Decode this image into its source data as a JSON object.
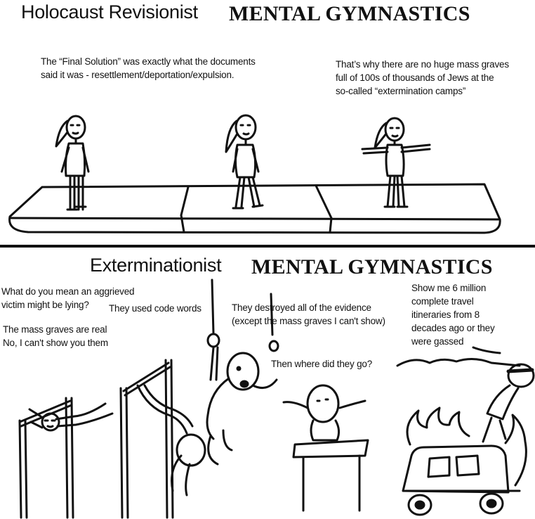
{
  "top_panel": {
    "title_prefix": "Holocaust Revisionist",
    "title_main": "MENTAL GYMNASTICS",
    "caption_left": [
      "The “Final Solution” was exactly what the documents",
      "said it was - resettlement/deportation/expulsion."
    ],
    "caption_right": [
      "That’s why there are no huge mass graves",
      "full of 100s of thousands of Jews at the",
      "so-called “extermination camps”"
    ]
  },
  "bottom_panel": {
    "title_prefix": "Exterminationist",
    "title_main": "MENTAL GYMNASTICS",
    "caption_aggrieved": [
      "What do you mean an aggrieved",
      "victim might be lying?"
    ],
    "caption_code_words": "They used code words",
    "caption_graves": [
      "The mass graves are real",
      "No, I can't show you them"
    ],
    "caption_evidence": [
      "They destroyed all of the evidence",
      "(except the mass graves I can't show)"
    ],
    "caption_where": "Then where did they go?",
    "caption_million": [
      "Show me 6 million",
      "complete travel",
      "itineraries from 8",
      "decades ago or they",
      "were gassed"
    ]
  }
}
